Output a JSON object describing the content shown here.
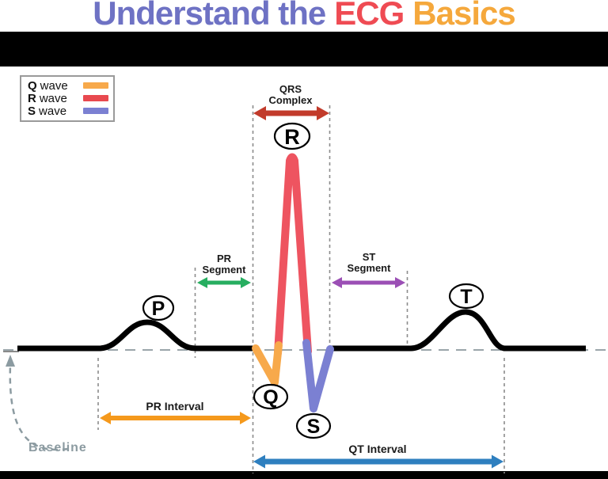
{
  "title": {
    "part_main": "Understand the",
    "part_ecg": "ECG",
    "part_basics": "Basics"
  },
  "colors": {
    "title_main": "#6E72C4",
    "title_ecg": "#EF4B53",
    "title_basics": "#F5A83C",
    "q_wave": "#F7A94B",
    "r_wave": "#EE5460",
    "s_wave": "#7B80D2",
    "trace": "#000000",
    "qrs_arrow": "#C23B2B",
    "pr_segment_arrow": "#27AE60",
    "st_segment_arrow": "#9B4FB5",
    "pr_interval_arrow": "#F5991C",
    "qt_interval_arrow": "#2E7FBF",
    "baseline_gray": "#8C9BA1"
  },
  "legend": {
    "items": [
      {
        "letter": "Q",
        "word": "wave",
        "color": "#F7A94B"
      },
      {
        "letter": "R",
        "word": "wave",
        "color": "#E8494F"
      },
      {
        "letter": "S",
        "word": "wave",
        "color": "#7B80D2"
      }
    ]
  },
  "labels": {
    "qrs_line1": "QRS",
    "qrs_line2": "Complex",
    "pr_seg_line1": "PR",
    "pr_seg_line2": "Segment",
    "st_seg_line1": "ST",
    "st_seg_line2": "Segment",
    "pr_interval": "PR Interval",
    "qt_interval": "QT Interval",
    "baseline": "Baseline"
  },
  "wave_points": {
    "p": "P",
    "q": "Q",
    "r": "R",
    "s": "S",
    "t": "T"
  }
}
